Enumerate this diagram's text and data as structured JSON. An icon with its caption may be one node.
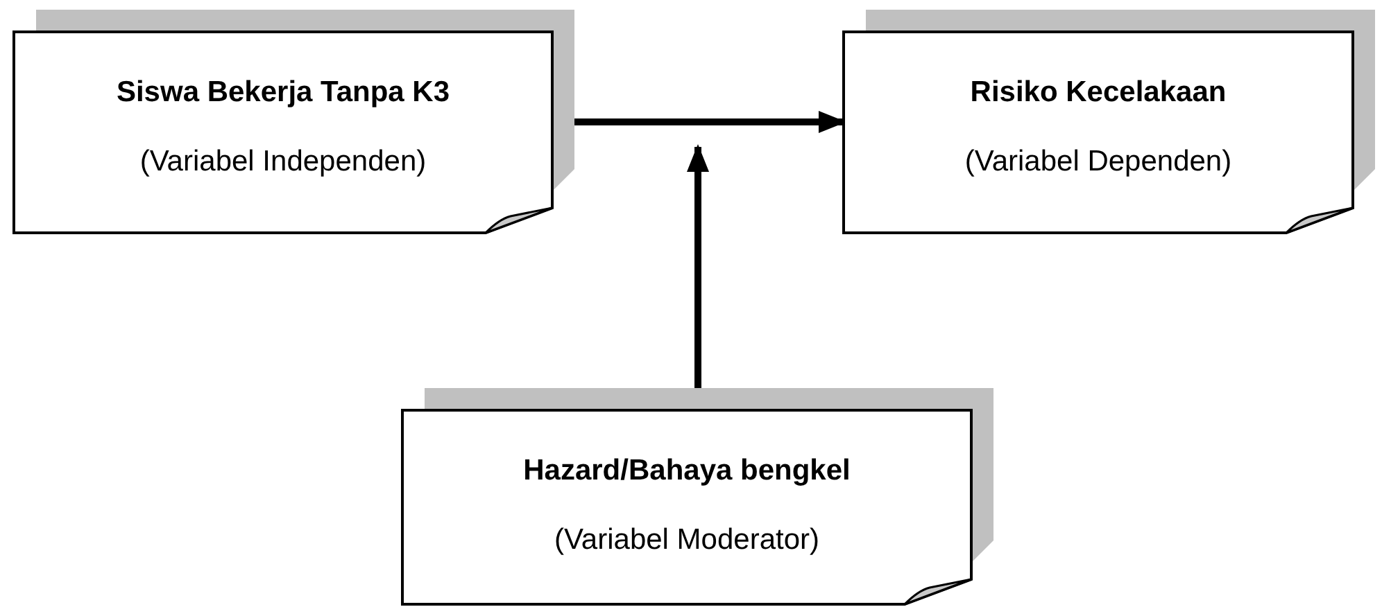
{
  "diagram": {
    "nodes": [
      {
        "text": [
          "Siswa Bekerja Tanpa K3",
          "(Variabel Independen)"
        ]
      },
      {
        "text": [
          "Risiko Kecelakaan",
          "(Variabel Dependen)"
        ]
      },
      {
        "text": [
          "Hazard/Bahaya bengkel",
          "(Variabel Moderator)"
        ]
      }
    ],
    "edges": [
      {
        "from": 0,
        "to": 1,
        "arrow": "to"
      },
      {
        "from": 2,
        "to": null,
        "arrow": "to"
      }
    ]
  }
}
